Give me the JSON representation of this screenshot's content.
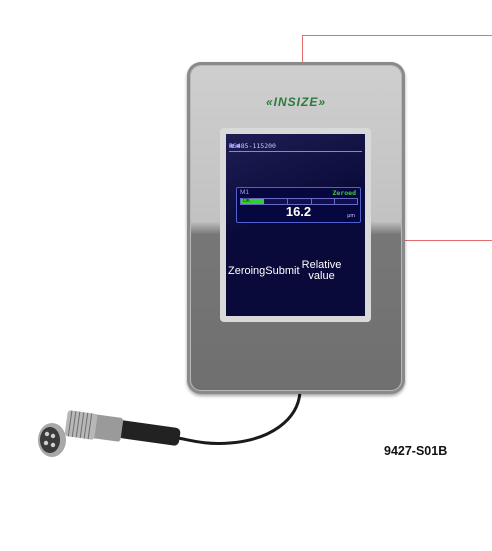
{
  "device": {
    "brand": "«INSIZE»",
    "screen": {
      "header": "RS485-115200",
      "panel_label": "M1",
      "status": "Zeroed",
      "bar_label": "OK",
      "bar_level": 0.2,
      "reading": "16.2",
      "unit": "μm"
    },
    "buttons": {
      "zeroing": "Zeroing",
      "submit": "Submit",
      "relative_value": "Relative value"
    }
  },
  "model_number": "9427-S01B",
  "colors": {
    "callout": "#e46c6c",
    "brand_green": "#2a7a3a",
    "screen_bg": "#0a0a3a",
    "bar_green": "#2fd02f"
  }
}
